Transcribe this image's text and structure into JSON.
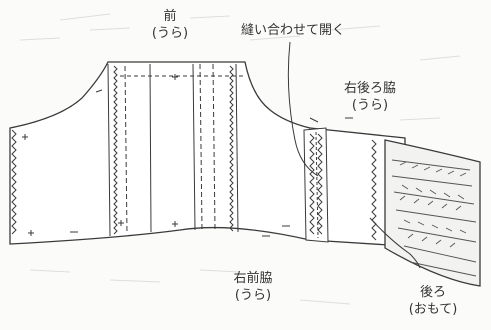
{
  "labels": {
    "front": {
      "name": "前",
      "side": "(うら)"
    },
    "seam": {
      "text": "縫い合わせて開く"
    },
    "right_back_side": {
      "name": "右後ろ脇",
      "side": "(うら)"
    },
    "right_front_side": {
      "name": "右前脇",
      "side": "(うら)"
    },
    "back": {
      "name": "後ろ",
      "side": "(おもて)"
    }
  },
  "colors": {
    "line": "#3a3a3a",
    "fabric_shade": "#e8e8e6",
    "background": "#fbfbfa"
  }
}
